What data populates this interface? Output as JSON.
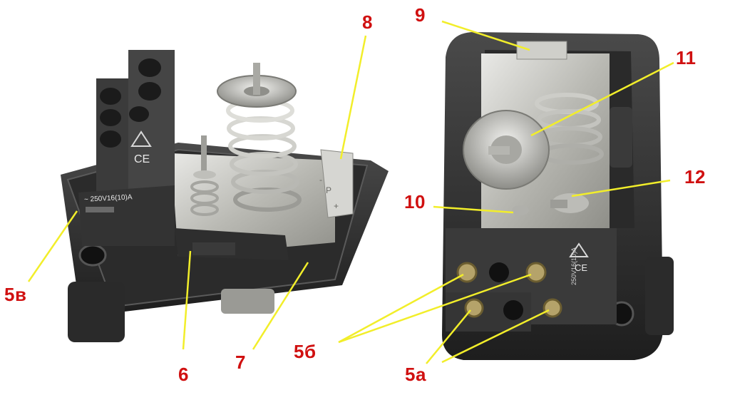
{
  "callouts": {
    "c5v": "5в",
    "c6": "6",
    "c7": "7",
    "c8": "8",
    "c9": "9",
    "c10": "10",
    "c11": "11",
    "c12": "12",
    "c5b": "5б",
    "c5a": "5a"
  },
  "markings": {
    "rating_left": "~ 250V16(10)A",
    "rating_right": "250V16(10)A",
    "ce": "CE",
    "plate_p": "P",
    "plate_minus": "-",
    "plate_plus": "+"
  },
  "colors": {
    "label": "#d01010",
    "pointer": "#f2ee2a",
    "housing": "#3a3a3a",
    "metal": "#c9c9c4"
  }
}
